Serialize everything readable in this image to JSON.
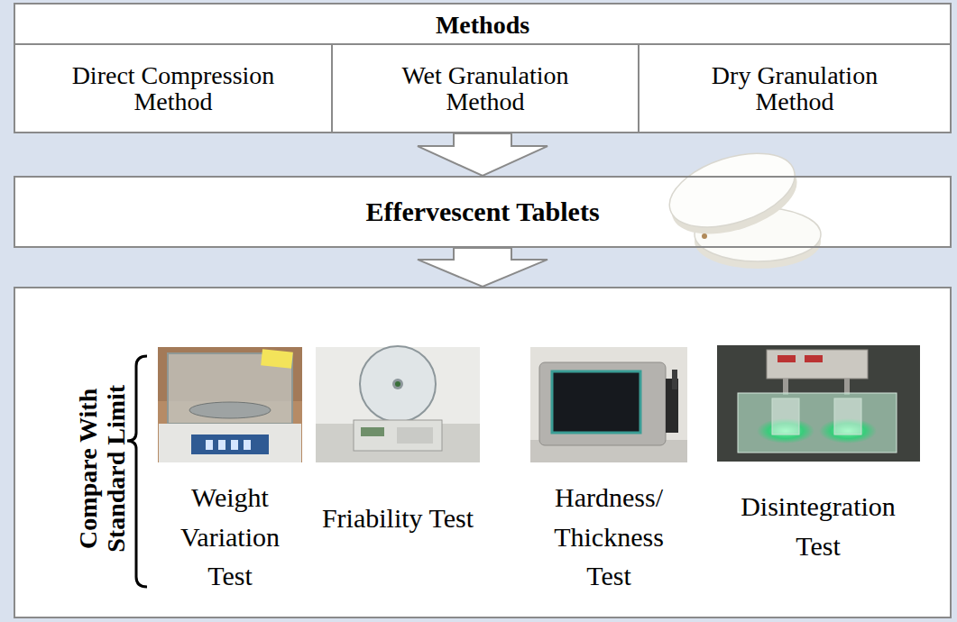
{
  "diagram": {
    "nodes": [
      {
        "text": [
          "Methods"
        ]
      },
      {
        "text": [
          "Direct Compression Method"
        ],
        "in": 0
      },
      {
        "text": [
          "Wet Granulation Method"
        ],
        "in": 0
      },
      {
        "text": [
          "Dry Granulation Method"
        ],
        "in": 0
      },
      {
        "text": [
          "Effervescent Tablets"
        ]
      },
      {
        "text": [
          "Compare With Standard Limit"
        ]
      }
    ],
    "edges": [
      {
        "from": 0,
        "to": 4,
        "arrow": "to"
      },
      {
        "from": 4,
        "to": 5,
        "arrow": "to"
      }
    ],
    "labels": [
      "Weight Variation Test",
      "Friability Test",
      "Hardness/ Thickness Test",
      "Disintegration Test"
    ]
  }
}
